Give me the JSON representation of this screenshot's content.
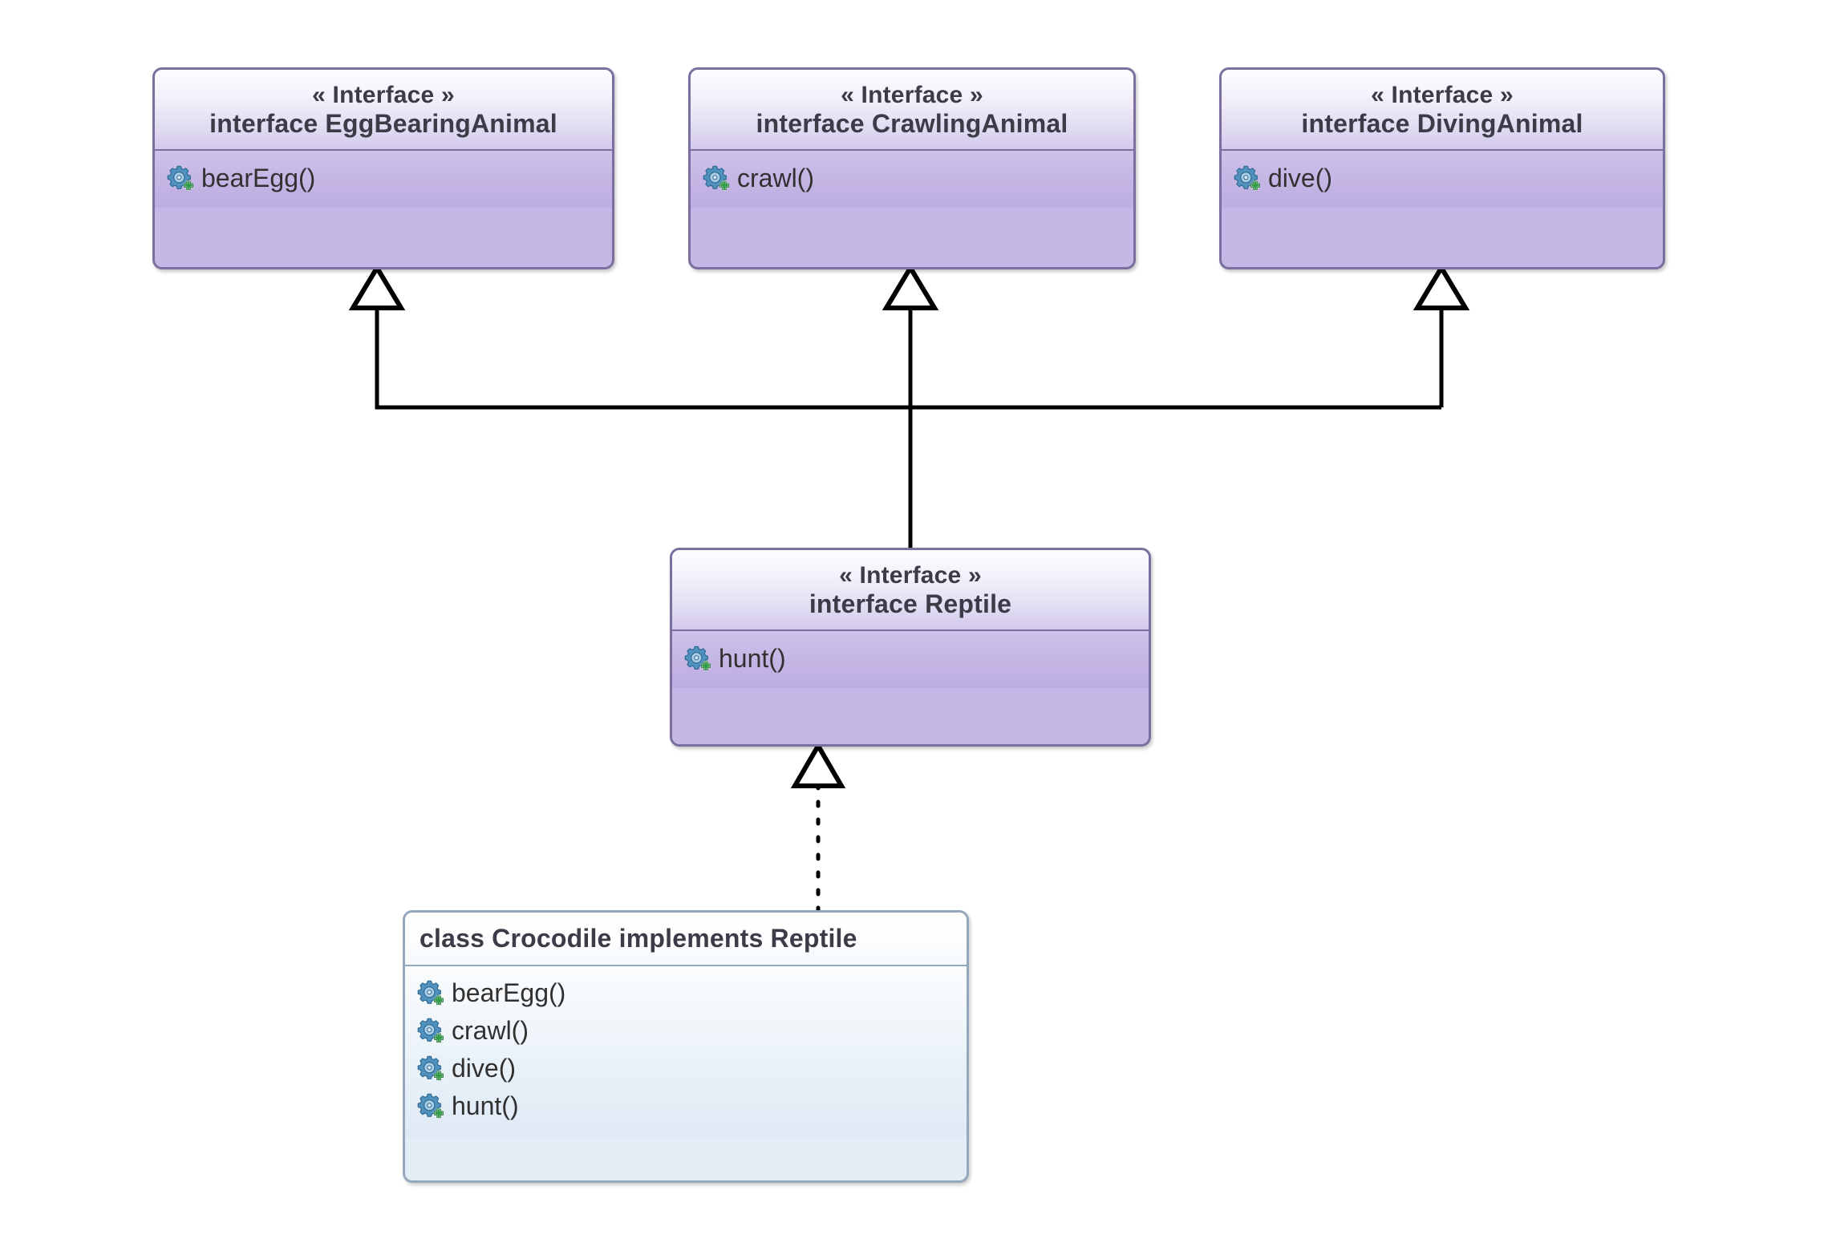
{
  "diagram": {
    "type": "uml-class-diagram",
    "background": "#ffffff",
    "colors": {
      "interface_border": "#7a6f9e",
      "interface_header_top": "#fdfdff",
      "interface_body": "#c3b4e4",
      "class_border": "#93a8bd",
      "class_body": "#dfeaf5",
      "text": "#3c3b48",
      "member_text": "#313131",
      "connector": "#000000",
      "icon_gear": "#3a7ca5",
      "icon_plus": "#2a9a3f"
    },
    "stereotype_label": "« Interface »",
    "method_icon_name": "public-method-icon"
  },
  "nodes": [
    {
      "id": "egg-bearing-animal",
      "kind": "interface",
      "stereotype": "« Interface »",
      "title": "interface EggBearingAnimal",
      "members": [
        {
          "name": "bearEgg()",
          "icon": "public-method-icon",
          "visibility": "public"
        }
      ]
    },
    {
      "id": "crawling-animal",
      "kind": "interface",
      "stereotype": "« Interface »",
      "title": "interface CrawlingAnimal",
      "members": [
        {
          "name": "crawl()",
          "icon": "public-method-icon",
          "visibility": "public"
        }
      ]
    },
    {
      "id": "diving-animal",
      "kind": "interface",
      "stereotype": "« Interface »",
      "title": "interface DivingAnimal",
      "members": [
        {
          "name": "dive()",
          "icon": "public-method-icon",
          "visibility": "public"
        }
      ]
    },
    {
      "id": "reptile",
      "kind": "interface",
      "stereotype": "« Interface »",
      "title": "interface Reptile",
      "members": [
        {
          "name": "hunt()",
          "icon": "public-method-icon",
          "visibility": "public"
        }
      ]
    },
    {
      "id": "crocodile",
      "kind": "class",
      "stereotype": "",
      "title": "class Crocodile implements Reptile",
      "members": [
        {
          "name": "bearEgg()",
          "icon": "public-method-icon",
          "visibility": "public"
        },
        {
          "name": "crawl()",
          "icon": "public-method-icon",
          "visibility": "public"
        },
        {
          "name": "dive()",
          "icon": "public-method-icon",
          "visibility": "public"
        },
        {
          "name": "hunt()",
          "icon": "public-method-icon",
          "visibility": "public"
        }
      ]
    }
  ],
  "edges": [
    {
      "id": "reptile-extends-eggbearinganimal",
      "from": "reptile",
      "to": "egg-bearing-animal",
      "style": "solid",
      "arrow": "hollow-triangle",
      "relation": "generalization"
    },
    {
      "id": "reptile-extends-crawlinganimal",
      "from": "reptile",
      "to": "crawling-animal",
      "style": "solid",
      "arrow": "hollow-triangle",
      "relation": "generalization"
    },
    {
      "id": "reptile-extends-defivinganimal",
      "from": "reptile",
      "to": "diving-animal",
      "style": "solid",
      "arrow": "hollow-triangle",
      "relation": "generalization"
    },
    {
      "id": "crocodile-implements-reptile",
      "from": "crocodile",
      "to": "reptile",
      "style": "dotted",
      "arrow": "hollow-triangle",
      "relation": "realization"
    }
  ]
}
